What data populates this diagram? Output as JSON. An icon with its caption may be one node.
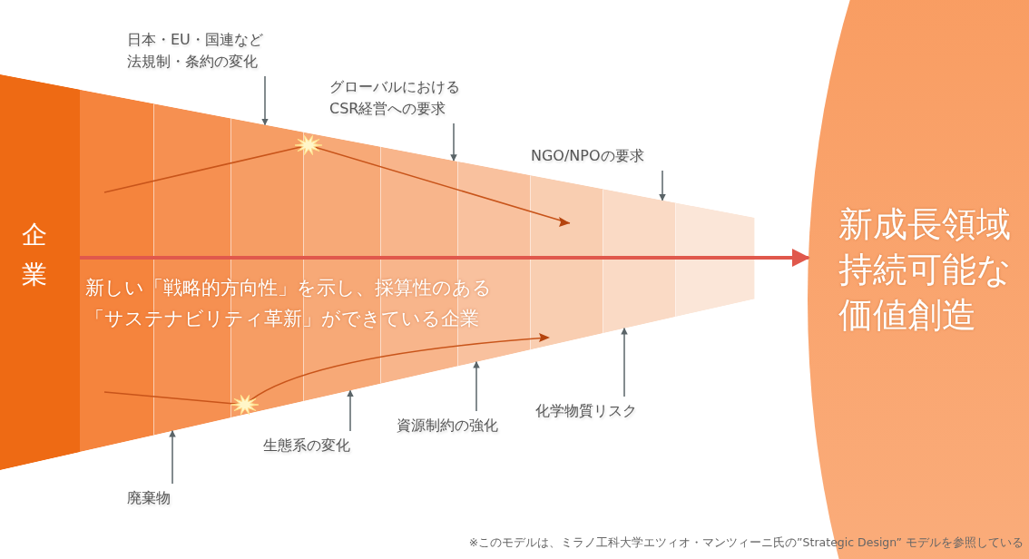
{
  "diagram": {
    "caption": "※このモデルは、ミラノ工科大学エツィオ・マンツィーニ氏の”Strategic Design” モデルを参照している",
    "nodes": [
      {
        "text": [
          "新しい「戦略的方向性」を示し、採算性のある「サステナビリティ革新」ができている企業"
        ]
      },
      {
        "text": [
          "企業"
        ],
        "in": 0
      },
      {
        "text": [
          "新成長領域持続可能な価値創造"
        ]
      },
      {
        "text": [
          "日本・EU・国連など法規制・条約の変化"
        ]
      },
      {
        "text": [
          "グローバルにおけるCSR経営への要求"
        ]
      },
      {
        "text": [
          "NGO/NPOの要求"
        ]
      },
      {
        "text": [
          "化学物質リスク"
        ]
      },
      {
        "text": [
          "資源制約の強化"
        ]
      },
      {
        "text": [
          "生態系の変化"
        ]
      },
      {
        "text": [
          "廃棄物"
        ]
      }
    ],
    "edges": [
      {
        "from": 1,
        "to": 2,
        "arrow": "to",
        "style": "thick",
        "color": "#e0584c"
      },
      {
        "from": 3,
        "to": 0,
        "arrow": "to"
      },
      {
        "from": 4,
        "to": 0,
        "arrow": "to"
      },
      {
        "from": 5,
        "to": 0,
        "arrow": "to"
      },
      {
        "from": 6,
        "to": 0,
        "arrow": "to"
      },
      {
        "from": 7,
        "to": 0,
        "arrow": "to"
      },
      {
        "from": 8,
        "to": 0,
        "arrow": "to"
      },
      {
        "from": 9,
        "to": 0,
        "arrow": "to"
      }
    ]
  }
}
